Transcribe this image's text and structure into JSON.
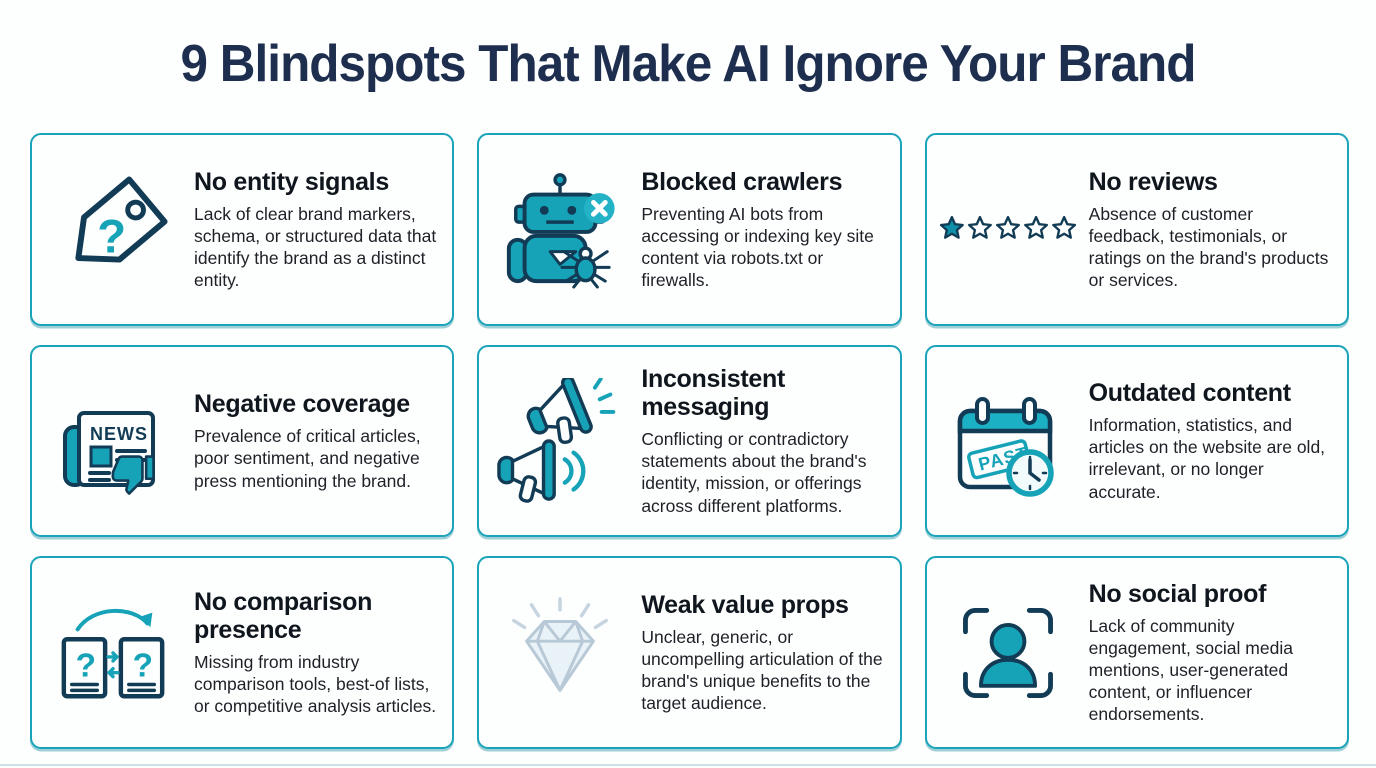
{
  "page": {
    "title": "9 Blindspots That Make AI Ignore Your Brand"
  },
  "colors": {
    "accent_teal": "#16A3B8",
    "outline_navy": "#123B55",
    "title_navy": "#1D2E4E",
    "card_border": "#1BA4B9",
    "body_text": "#1D2127",
    "faded_diamond": "#B7C9D6"
  },
  "cards": [
    {
      "icon": "tag-question-icon",
      "title": "No entity signals",
      "description": "Lack of clear brand markers, schema, or structured data that identify the brand as a distinct entity."
    },
    {
      "icon": "blocked-robot-crawler-icon",
      "title": "Blocked crawlers",
      "description": "Preventing AI bots from accessing or indexing key site content via robots.txt or firewalls."
    },
    {
      "icon": "one-star-rating-icon",
      "title": "No reviews",
      "description": "Absence of customer feedback, testimonials, or ratings on the brand's products or services."
    },
    {
      "icon": "news-thumbs-down-icon",
      "title": "Negative coverage",
      "description": "Prevalence of critical articles, poor sentiment, and negative press mentioning the brand."
    },
    {
      "icon": "megaphones-icon",
      "title": "Inconsistent messaging",
      "description": "Conflicting or contradictory statements about the brand's identity, mission, or offerings across different platforms."
    },
    {
      "icon": "past-calendar-clock-icon",
      "title": "Outdated content",
      "description": "Information, statistics, and articles on the website are old, irrelevant, or no longer accurate."
    },
    {
      "icon": "comparison-documents-icon",
      "title": "No comparison presence",
      "description": "Missing from industry comparison tools, best-of lists, or competitive analysis articles."
    },
    {
      "icon": "faded-diamond-icon",
      "title": "Weak value props",
      "description": "Unclear, generic, or uncompelling articulation of the brand's unique benefits to the target audience."
    },
    {
      "icon": "social-profile-frame-icon",
      "title": "No social proof",
      "description": "Lack of community engagement, social media mentions, user-generated content, or influencer endorsements."
    }
  ]
}
